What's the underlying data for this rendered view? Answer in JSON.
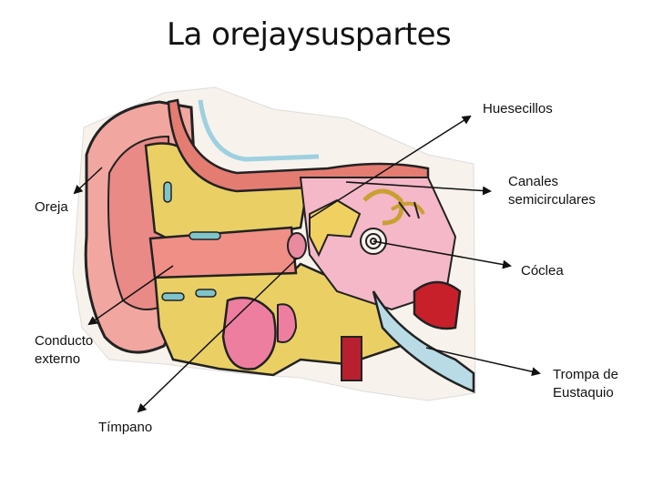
{
  "title": "La orejaysuspartes",
  "labels": {
    "huesecillos": "Huesecillos",
    "canales": "Canales\nsemicirculares",
    "oreja": "Oreja",
    "coclea": "Cóclea",
    "conducto": "Conducto\nexterno",
    "trompa": "Trompa de\nEustaquio",
    "timpano": "Tímpano"
  }
}
